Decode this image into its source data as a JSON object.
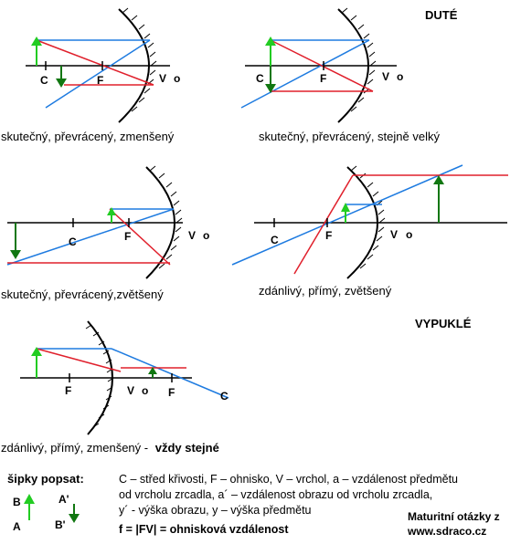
{
  "headings": {
    "concave": "DUTÉ",
    "convex": "VYPUKLÉ"
  },
  "points": {
    "C": "C",
    "F": "F",
    "V": "V",
    "o": "o"
  },
  "captions": {
    "d1": "skutečný, převrácený, zmenšený",
    "d2": "skutečný, převrácený, stejně velký",
    "d3": "skutečný, převrácený,zvětšený",
    "d4": "zdánlivý, přímý, zvětšený",
    "d5": "zdánlivý, přímý, zmenšený -",
    "d5_bold": "vždy stejné"
  },
  "arrow_legend": {
    "title": "šipky popsat:",
    "B": "B",
    "A": "A",
    "A_prime": "A'",
    "B_prime": "B'"
  },
  "legend": {
    "line1": "C – střed křivosti, F – ohnisko, V – vrchol, a – vzdálenost předmětu",
    "line2": "od vrcholu zrcadla, a´ – vzdálenost obrazu od vrcholu zrcadla,",
    "line3": "y´ - výška obrazu, y – výška předmětu",
    "formula": "f = |FV| = ohnisková vzdálenost"
  },
  "credits": {
    "line1": "Maturitní otázky z",
    "line2": "www.sdraco.cz"
  },
  "colors": {
    "ray_blue": "#1E7BE0",
    "ray_red": "#E0202C",
    "object_green": "#22CC22",
    "image_green": "#117711"
  }
}
